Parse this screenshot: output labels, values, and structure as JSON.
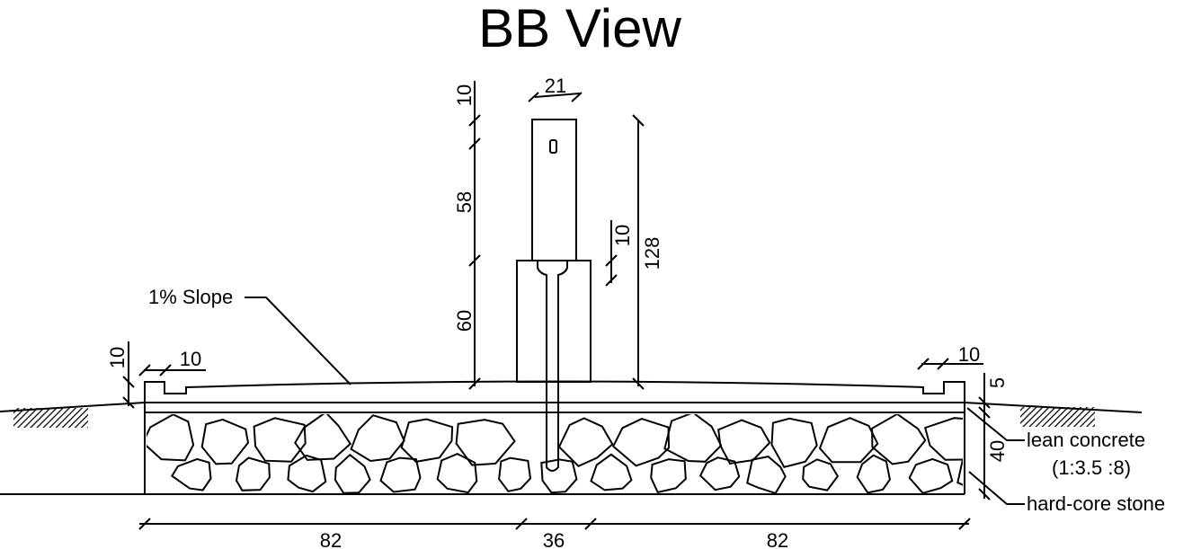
{
  "title": "BB View",
  "labels": {
    "slope": "1% Slope",
    "lean_concrete": "lean concrete",
    "mix_ratio": "(1:3.5 :8)",
    "hard_core": "hard-core stone"
  },
  "dimensions": {
    "top_gap": "10",
    "post_upper": "58",
    "post_lower": "60",
    "post_width": "21",
    "collar": "10",
    "total_height": "128",
    "curb_height": "10",
    "curb_width_left": "10",
    "curb_width_right": "10",
    "lean_thickness": "5",
    "stone_thickness": "40",
    "left_span": "82",
    "center_span": "36",
    "right_span": "82"
  }
}
